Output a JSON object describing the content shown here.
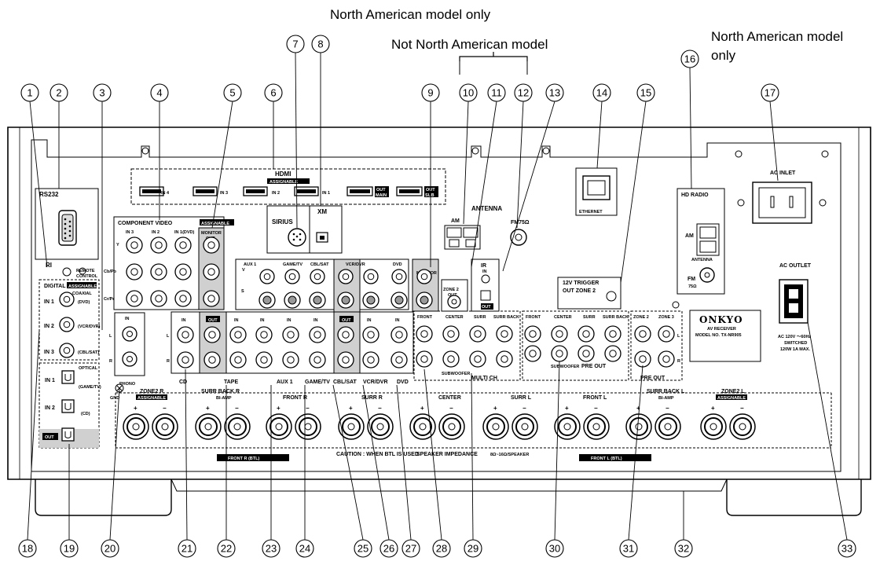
{
  "annotations": {
    "na_only_top": "North American model only",
    "not_na": "Not North American model",
    "na_only_right_1": "North American model",
    "na_only_right_2": "only"
  },
  "callouts": {
    "top": [
      "1",
      "2",
      "3",
      "4",
      "5",
      "6",
      "7",
      "8",
      "9",
      "10",
      "11",
      "12",
      "13",
      "14",
      "15",
      "16",
      "17"
    ],
    "bottom": [
      "18",
      "19",
      "20",
      "21",
      "22",
      "23",
      "24",
      "25",
      "26",
      "27",
      "28",
      "29",
      "30",
      "31",
      "32",
      "33"
    ]
  },
  "panel": {
    "rs232": "RS232",
    "hdmi": "HDMI",
    "hdmi_assignable": "ASSIGNABLE",
    "hdmi_in4": "IN 4",
    "hdmi_in3": "IN 3",
    "hdmi_in2": "IN 2",
    "hdmi_in1": "IN 1",
    "hdmi_out_main_1": "OUT",
    "hdmi_out_main_2": "MAIN",
    "hdmi_out_sub_1": "OUT",
    "hdmi_out_sub_2": "SUB",
    "component_video": "COMPONENT VIDEO",
    "assignable": "ASSIGNABLE",
    "cv_in3": "IN 3",
    "cv_in2": "IN 2",
    "cv_in1": "IN 1(DVD)",
    "monitor_out_1": "MONITOR",
    "monitor_out_2": "OUT",
    "y": "Y",
    "cb": "Cb/Pb",
    "cr": "Cr/Pr",
    "sirius": "SIRIUS",
    "xm": "XM",
    "antenna": "ANTENNA",
    "am": "AM",
    "fm75": "FM75Ω",
    "ethernet": "ETHERNET",
    "ri": "RI",
    "remote_control_1": "REMOTE",
    "remote_control_2": "CONTROL",
    "digital": "DIGITAL",
    "coaxial": "COAXIAL",
    "dig_in1": "IN 1",
    "dig_in2": "IN 2",
    "dig_in3": "IN 3",
    "dig_dvd": "(DVD)",
    "dig_vcr": "(VCR/DVR)",
    "dig_cbl": "(CBL/SAT)",
    "opt_in1": "IN 1",
    "opt_in2": "IN 2",
    "opt_out": "OUT",
    "optical": "OPTICAL",
    "opt_game": "(GAME/TV)",
    "opt_cd": "(CD)",
    "aux1": "AUX 1",
    "game_tv": "GAME/TV",
    "cbl_sat": "CBL/SAT",
    "vcr_dvr": "VCR/DVR",
    "dvd": "DVD",
    "v": "V",
    "s": "S",
    "in": "IN",
    "out": "OUT",
    "l": "L",
    "r": "R",
    "phono": "PHONO",
    "gnd": "GND",
    "cd": "CD",
    "tape": "TAPE",
    "zone2_out_1": "ZONE 2",
    "zone2_out_2": "OUT",
    "ir": "IR",
    "ir_in": "IN",
    "ir_out": "OUT",
    "trigger_1": "12V TRIGGER",
    "trigger_2": "OUT ZONE 2",
    "front": "FRONT",
    "center": "CENTER",
    "surr": "SURR",
    "surr_back": "SURR BACK",
    "subwoofer": "SUBWOOFER",
    "multi_ch": "MULTI CH",
    "pre_out": "PRE OUT",
    "zone2": "ZONE 2",
    "zone3": "ZONE 3",
    "hd_radio": "HD RADIO",
    "fm": "FM",
    "ohm75": "75Ω",
    "ac_inlet": "AC INLET",
    "ac_outlet": "AC OUTLET",
    "brand": "ONKYO",
    "brand_sub": "AV RECEIVER",
    "model": "MODEL NO. TX-NR905",
    "ac_spec_1": "AC 120V ～60Hz",
    "ac_spec_2": "SWITCHED",
    "ac_spec_3": "120W 1A MAX.",
    "zone2r": "ZONE2 R",
    "zone2l": "ZONE2 L",
    "surr_back_r": "SURR BACK R",
    "surr_back_l": "SURR BACK L",
    "bi_amp": "BI-AMP",
    "front_r": "FRONT R",
    "surr_r": "SURR R",
    "surr_l": "SURR L",
    "front_l": "FRONT L",
    "front_r_btl": "FRONT R (BTL)",
    "front_l_btl": "FRONT L (BTL)",
    "caution": "CAUTION : WHEN BTL IS USED",
    "impedance": "SPEAKER IMPEDANCE",
    "ohms": "8Ω~16Ω/SPEAKER",
    "plus": "+",
    "minus": "−"
  },
  "colors": {
    "outline": "#000000",
    "panel_fill": "#ffffff",
    "shade": "#d0d0d0"
  }
}
